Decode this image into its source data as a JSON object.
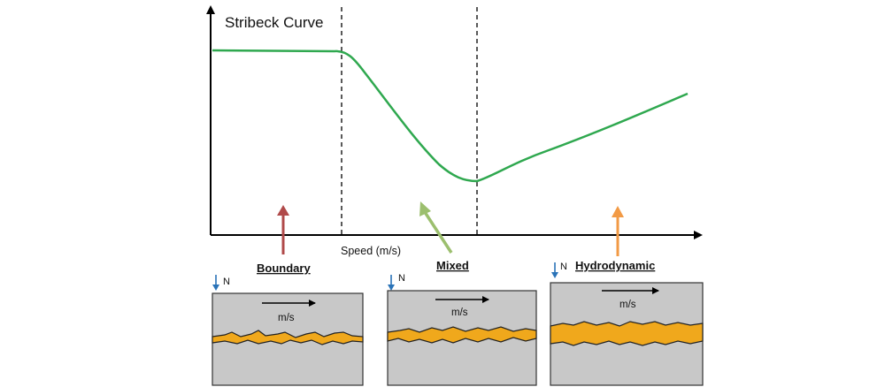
{
  "title": "Stribeck Curve",
  "x_axis_label": "Speed (m/s)",
  "regimes": {
    "boundary": {
      "label": "Boundary",
      "color": "#b04a4a"
    },
    "mixed": {
      "label": "Mixed",
      "color": "#9cbf6e"
    },
    "hydrodynamic": {
      "label": "Hydrodynamic",
      "color": "#f29a45"
    }
  },
  "panel_texts": {
    "load_label": "N",
    "velocity_label": "m/s"
  },
  "colors": {
    "curve": "#2fa84f",
    "lubricant": "#f0a81c",
    "surface": "#c8c8c8",
    "load_arrow": "#2a73b8"
  }
}
